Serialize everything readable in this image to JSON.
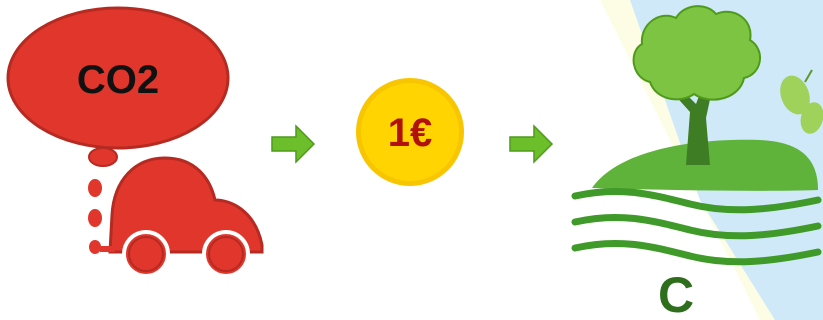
{
  "diagram": {
    "cloud_text": "CO2",
    "coin_text": "1€",
    "landscape_letter": "C"
  },
  "colors": {
    "car_red": "#e0362c",
    "car_outline": "#b52a21",
    "arrow_green": "#6cbf2a",
    "coin_yellow": "#f7c600",
    "coin_text": "#b0120a",
    "tree_green": "#7dc443",
    "hill_green": "#5fb33a",
    "trunk_green": "#3f7d25",
    "sky_blue": "#cfe9f8"
  },
  "icons": [
    "cloud-icon",
    "car-icon",
    "arrow-right-icon",
    "euro-coin-icon",
    "tree-icon",
    "butterfly-icon",
    "hill-icon",
    "wave-lines-icon"
  ]
}
